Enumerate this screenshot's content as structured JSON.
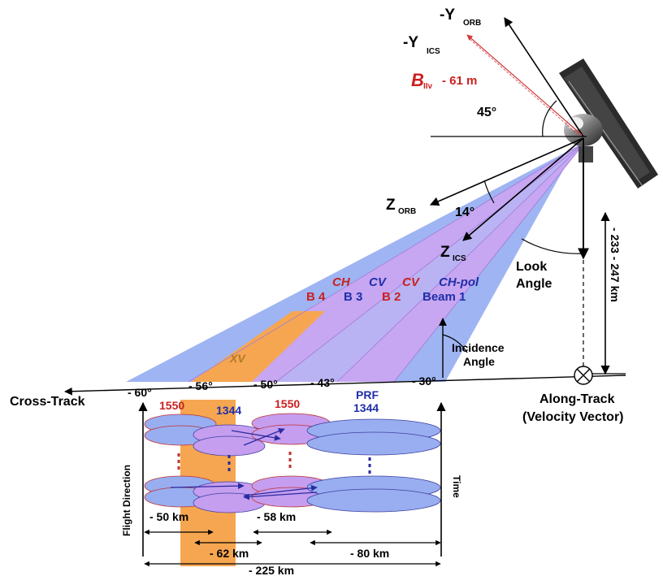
{
  "axes": {
    "y_orb": "-Y",
    "y_orb_sub": "ORB",
    "y_ics": "-Y",
    "y_ics_sub": "ICS",
    "z_orb": "Z",
    "z_orb_sub": "ORB",
    "z_ics": "Z",
    "z_ics_sub": "ICS"
  },
  "baseline": {
    "b": "B",
    "b_sub": "IIv",
    "value": "- 61 m"
  },
  "angles": {
    "a45": "45°",
    "a14": "14°",
    "look": "Look",
    "look2": "Angle",
    "incidence": "Incidence",
    "incidence2": "Angle"
  },
  "altitude": "- 233 - 247 km",
  "beams": [
    {
      "pol": "CH",
      "name": "B 4",
      "pol_color": "#cc1f1f",
      "name_color": "#cc1f1f"
    },
    {
      "pol": "CV",
      "name": "B 3",
      "pol_color": "#1f2fa8",
      "name_color": "#1f2fa8"
    },
    {
      "pol": "CV",
      "name": "B 2",
      "pol_color": "#cc1f1f",
      "name_color": "#cc1f1f"
    },
    {
      "pol": "CH-pol",
      "name": "Beam 1",
      "pol_color": "#1f2fa8",
      "name_color": "#1f2fa8"
    }
  ],
  "xv": "XV",
  "ground_angles": [
    "- 60°",
    "- 56°",
    "- 50°",
    "- 43°",
    "- 30°"
  ],
  "cross_track": "Cross-Track",
  "along_track": "Along-Track",
  "velocity": "(Velocity Vector)",
  "prf": {
    "label": "PRF",
    "v1": "1550",
    "v2": "1344",
    "v3": "1550",
    "v4": "1344",
    "red": "#cc1f1f",
    "blue": "#1f2fa8"
  },
  "side": {
    "flight": "Flight Direction",
    "time": "Time"
  },
  "distances": {
    "d50": "- 50 km",
    "d58": "- 58 km",
    "d62": "- 62 km",
    "d80": "- 80 km",
    "d225": "- 225 km"
  },
  "colors": {
    "fan_blue": "#9fb4f2",
    "fan_purple": "#c7a6f2",
    "orange": "#f6a650",
    "ellipse_blue": "#98aef0",
    "ellipse_purple": "#c59ef0"
  }
}
